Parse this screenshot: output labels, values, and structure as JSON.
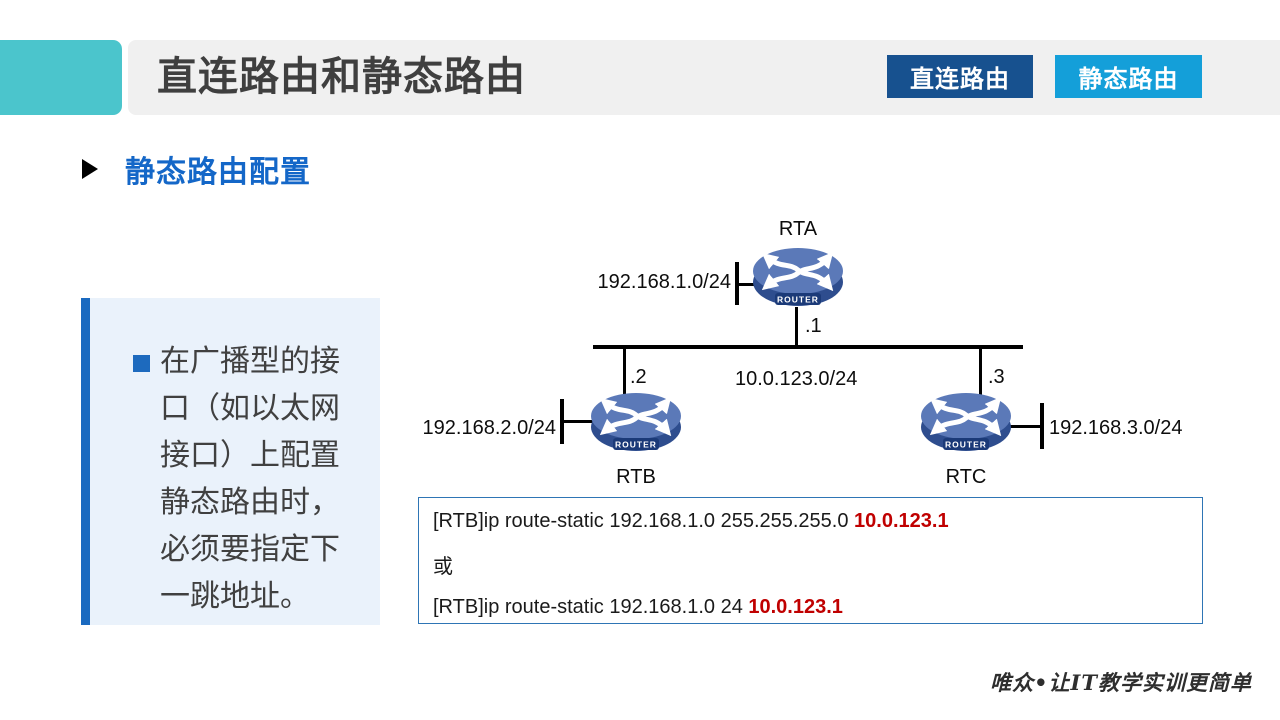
{
  "header": {
    "title": "直连路由和静态路由",
    "tabs": [
      {
        "label": "直连路由"
      },
      {
        "label": "静态路由"
      }
    ]
  },
  "section": {
    "title": "静态路由配置"
  },
  "info_box": {
    "text": "在广播型的接口（如以太网接口）上配置静态路由时，必须要指定下一跳地址。"
  },
  "diagram": {
    "routers": [
      {
        "name": "RTA",
        "icon_label": "ROUTER",
        "interface": ".1",
        "lan": "192.168.1.0/24"
      },
      {
        "name": "RTB",
        "icon_label": "ROUTER",
        "interface": ".2",
        "lan": "192.168.2.0/24"
      },
      {
        "name": "RTC",
        "icon_label": "ROUTER",
        "interface": ".3",
        "lan": "192.168.3.0/24"
      }
    ],
    "backbone": "10.0.123.0/24"
  },
  "code_box": {
    "lines": [
      {
        "text": "[RTB]ip route-static 192.168.1.0 255.255.255.0 ",
        "highlight": "10.0.123.1"
      },
      {
        "text": "或",
        "highlight": ""
      },
      {
        "text": "[RTB]ip route-static 192.168.1.0 24 ",
        "highlight": "10.0.123.1"
      }
    ]
  },
  "footer": {
    "slogan": "唯众•让IT教学实训更简单"
  },
  "colors": {
    "accent_teal": "#4BC5CC",
    "header_bar_gray": "#F0F0F0",
    "tab_dark_blue": "#17518F",
    "tab_light_blue": "#149FD9",
    "heading_blue": "#1467C8",
    "infobox_bg": "#EAF2FB",
    "infobox_bar_blue": "#1A6AC0",
    "code_border_blue": "#2E75B5",
    "code_highlight_red": "#C00000",
    "router_top_blue": "#5B79B8",
    "router_side_blue": "#2E4D8E"
  }
}
